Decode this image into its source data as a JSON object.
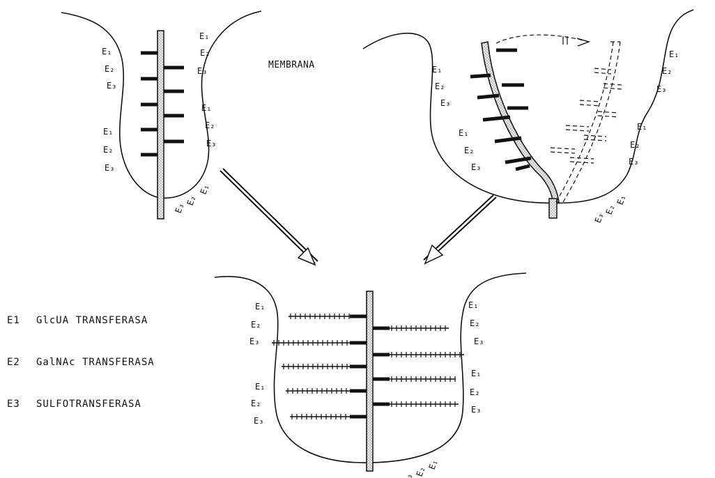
{
  "labels": {
    "membrane": "MEMBRANA",
    "e1": "E1",
    "e2": "E2",
    "e3": "E3",
    "e1s": "E₁",
    "e2s": "E₂",
    "e3s": "E₃"
  },
  "legend": [
    {
      "code": "E1",
      "name": "GlcUA TRANSFERASA"
    },
    {
      "code": "E2",
      "name": "GalNAc TRANSFERASA"
    },
    {
      "code": "E3",
      "name": "SULFOTRANSFERASA"
    }
  ],
  "colors": {
    "ink": "#111111",
    "core_fill": "#e6e6e6",
    "background": "#ffffff"
  }
}
